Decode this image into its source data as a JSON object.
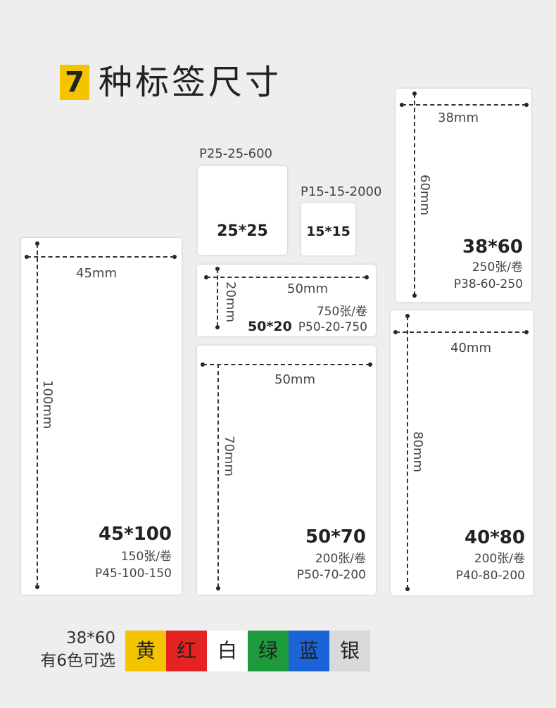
{
  "header": {
    "number": "7",
    "title": "种标签尺寸"
  },
  "labels": {
    "l45x100": {
      "width": "45mm",
      "height": "100mm",
      "size": "45*100",
      "count": "150张/卷",
      "code": "P45-100-150"
    },
    "l25x25": {
      "code": "P25-25-600",
      "size": "25*25"
    },
    "l15x15": {
      "code": "P15-15-2000",
      "size": "15*15"
    },
    "l50x20": {
      "width": "50mm",
      "height": "20mm",
      "count": "750张/卷",
      "size": "50*20",
      "code": "P50-20-750"
    },
    "l50x70": {
      "width": "50mm",
      "height": "70mm",
      "size": "50*70",
      "count": "200张/卷",
      "code": "P50-70-200"
    },
    "l38x60": {
      "width": "38mm",
      "height": "60mm",
      "size": "38*60",
      "count": "250张/卷",
      "code": "P38-60-250"
    },
    "l40x80": {
      "width": "40mm",
      "height": "80mm",
      "size": "40*80",
      "count": "200张/卷",
      "code": "P40-80-200"
    }
  },
  "colors": {
    "caption_line1": "38*60",
    "caption_line2": "有6色可选",
    "options": [
      {
        "name": "黄",
        "bg": "#f5c400",
        "fg": "#222222"
      },
      {
        "name": "红",
        "bg": "#e52421",
        "fg": "#222222"
      },
      {
        "name": "白",
        "bg": "#ffffff",
        "fg": "#222222"
      },
      {
        "name": "绿",
        "bg": "#1d9a3c",
        "fg": "#222222"
      },
      {
        "name": "蓝",
        "bg": "#1a64d8",
        "fg": "#222222"
      },
      {
        "name": "银",
        "bg": "#d9d9d9",
        "fg": "#222222"
      }
    ]
  }
}
